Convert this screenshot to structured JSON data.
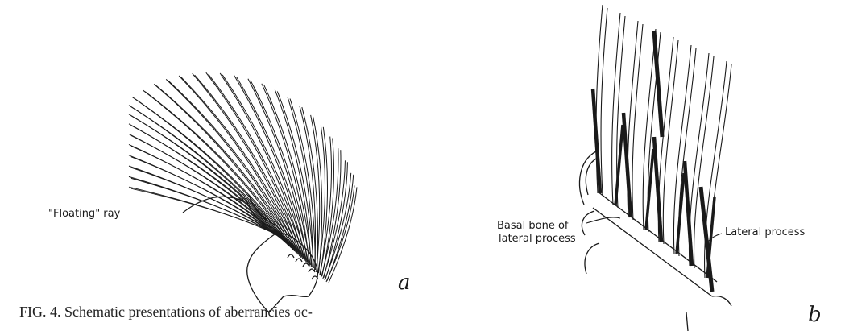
{
  "figure": {
    "panel_a": {
      "letter": "a",
      "annotation": "\"Floating\" ray"
    },
    "panel_b": {
      "letter": "b",
      "annotation_left_line1": "Basal bone of",
      "annotation_left_line2": "lateral process",
      "annotation_right": "Lateral process"
    },
    "caption": "FIG. 4. Schematic presentations of aberrancies oc-"
  }
}
